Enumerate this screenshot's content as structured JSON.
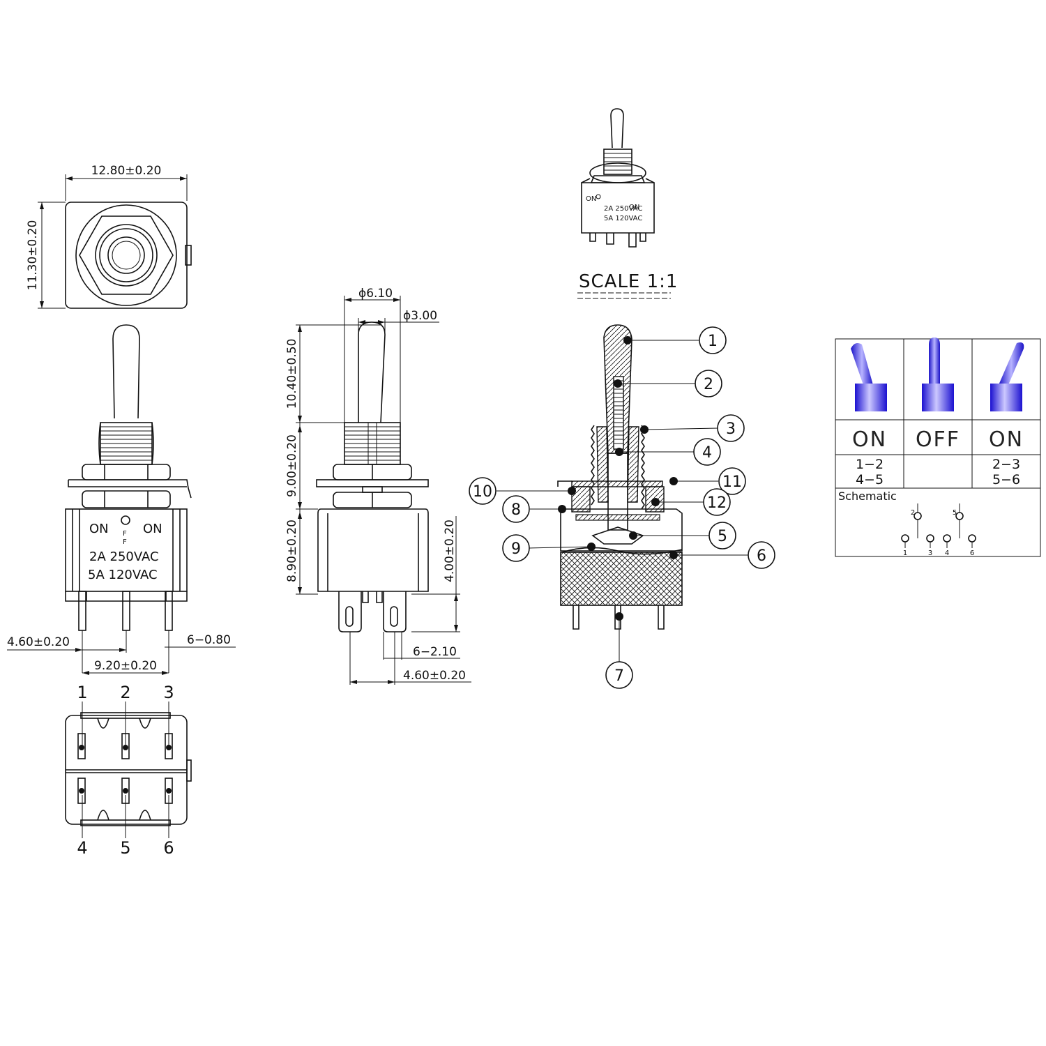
{
  "top_view": {
    "width_dim": "12.80±0.20",
    "height_dim": "11.30±0.20"
  },
  "front_view": {
    "label_on_left": "ON",
    "label_off": "OFF",
    "label_on_right": "ON",
    "rating_1": "2A 250VAC",
    "rating_2": "5A 120VAC",
    "dim_pin_offset": "4.60±0.20",
    "dim_pin_width": "6−0.80",
    "dim_pin_span": "9.20±0.20"
  },
  "side_view": {
    "dia_bushing": "ϕ6.10",
    "dia_lever": "ϕ3.00",
    "h_lever": "10.40±0.50",
    "h_bushing": "9.00±0.20",
    "h_body": "8.90±0.20",
    "h_terminal": "4.00±0.20",
    "dim_terminal_width": "6−2.10",
    "dim_terminal_pitch": "4.60±0.20"
  },
  "bottom_view": {
    "pins_top": [
      "1",
      "2",
      "3"
    ],
    "pins_bottom": [
      "4",
      "5",
      "6"
    ]
  },
  "scale_view": {
    "scale_label": "SCALE 1:1",
    "mini_on_left": "ON",
    "mini_on_right": "ON",
    "mini_rating_1": "2A 250VAC",
    "mini_rating_2": "5A 120VAC"
  },
  "cross_section": {
    "callouts": [
      "1",
      "2",
      "3",
      "4",
      "5",
      "6",
      "7",
      "8",
      "9",
      "10",
      "11",
      "12"
    ]
  },
  "function_table": {
    "states": [
      "ON",
      "OFF",
      "ON"
    ],
    "connections_left": [
      "1−2",
      "4−5"
    ],
    "connections_right": [
      "2−3",
      "5−6"
    ],
    "schematic_title": "Schematic",
    "schematic_pins": [
      "1",
      "2",
      "3",
      "4",
      "5",
      "6"
    ],
    "lever_color": "#2a22d8"
  }
}
